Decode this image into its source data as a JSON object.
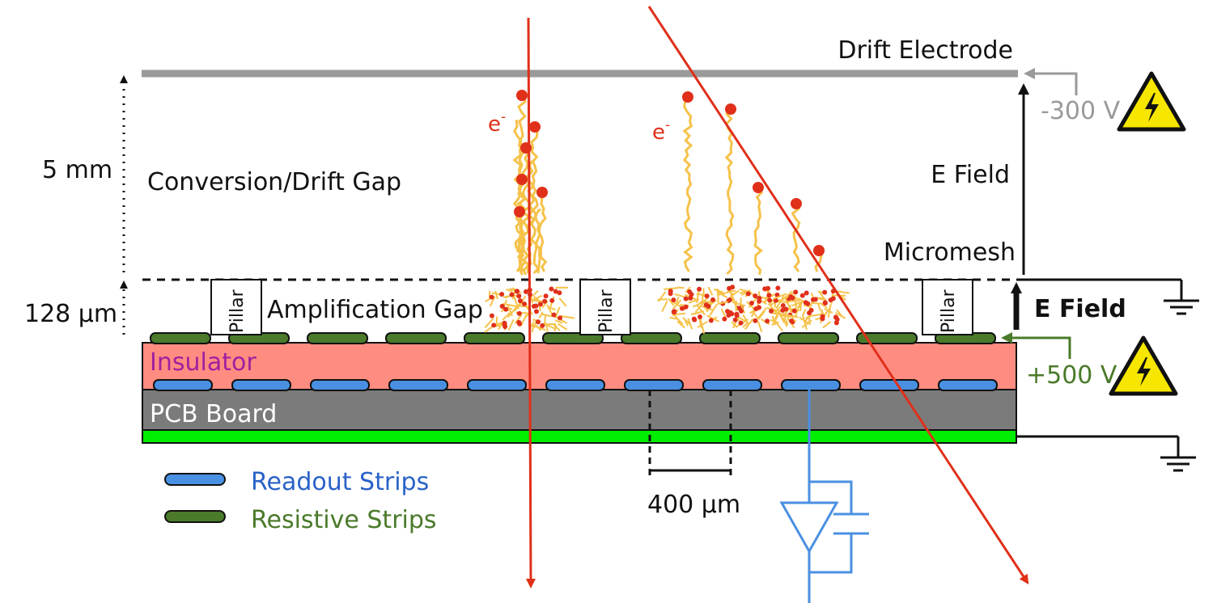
{
  "labels": {
    "drift_electrode": "Drift Electrode",
    "drift_voltage": "-300 V",
    "e_field_drift": "E Field",
    "micromesh": "Micromesh",
    "e_field_amp": "E Field",
    "mesh_voltage": "+500 V",
    "gap_5mm": "5 mm",
    "gap_128um": "128 μm",
    "conversion_gap": "Conversion/Drift Gap",
    "amplification_gap": "Amplification Gap",
    "pillar": "Pillar",
    "insulator": "Insulator",
    "pcb_board": "PCB Board",
    "pitch": "400 μm",
    "electron_1": "e",
    "electron_2": "e",
    "electron_sup": "-"
  },
  "legend": {
    "readout": "Readout Strips",
    "resistive": "Resistive Strips"
  },
  "colors": {
    "drift_electrode": "#9a9a9a",
    "insulator": "#ff8c80",
    "pcb": "#7b7b7b",
    "ground_plane": "#00ee00",
    "readout_strip": "#4a90e2",
    "resistive_strip": "#4a7a2a",
    "track": "#e0301a",
    "electron": "#e0301a",
    "drift_path": "#f5c24a",
    "readout_text": "#2a62c8",
    "resistive_text": "#4a7a2a",
    "insulator_text": "#a020a0",
    "mesh_voltage_text": "#4a7a2a",
    "drift_voltage_text": "#9a9a9a",
    "warning_fill": "#f7e600"
  },
  "icons": [
    "high-voltage-warning-icon",
    "ground-icon",
    "preamplifier-icon",
    "capacitor-icon"
  ]
}
